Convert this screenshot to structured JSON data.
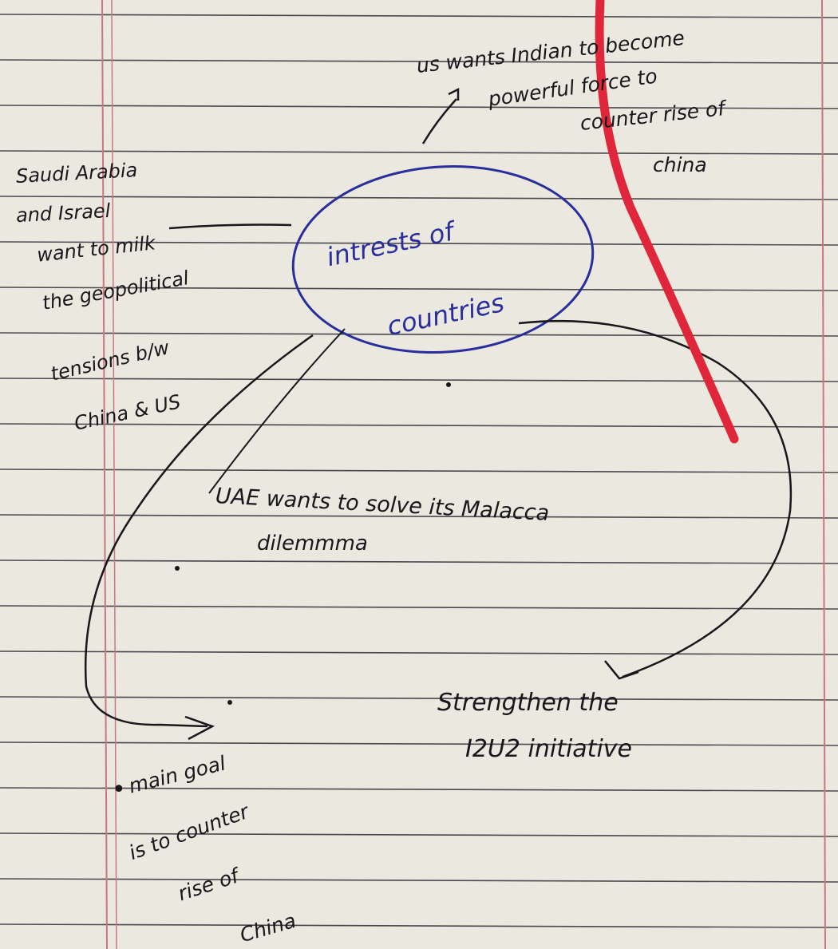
{
  "center": {
    "lines": [
      "intrests of",
      "countries"
    ]
  },
  "us_note": {
    "lines": [
      "us wants Indian to become",
      "powerful force to",
      "counter rise of",
      "china"
    ]
  },
  "saudi_note": {
    "lines": [
      "Saudi Arabia",
      "and Israel",
      "want to milk",
      "the geopolitical",
      "tensions b/w",
      "China & US"
    ]
  },
  "uae_note": {
    "lines": [
      "UAE wants to solve its Malacca",
      "dilemmma"
    ]
  },
  "strengthen_note": {
    "lines": [
      "Strengthen the",
      "I2U2 initiative"
    ]
  },
  "goal_note": {
    "bullet": "•",
    "lines": [
      "main goal",
      "is to counter",
      "rise of",
      "China"
    ]
  },
  "colors": {
    "paper": "#ebe8df",
    "rule": "#4a4a4e",
    "margin": "#c9777f",
    "ink_black": "#17171c",
    "ink_blue": "#2a2e9c",
    "red_mark": "#e0263b"
  }
}
